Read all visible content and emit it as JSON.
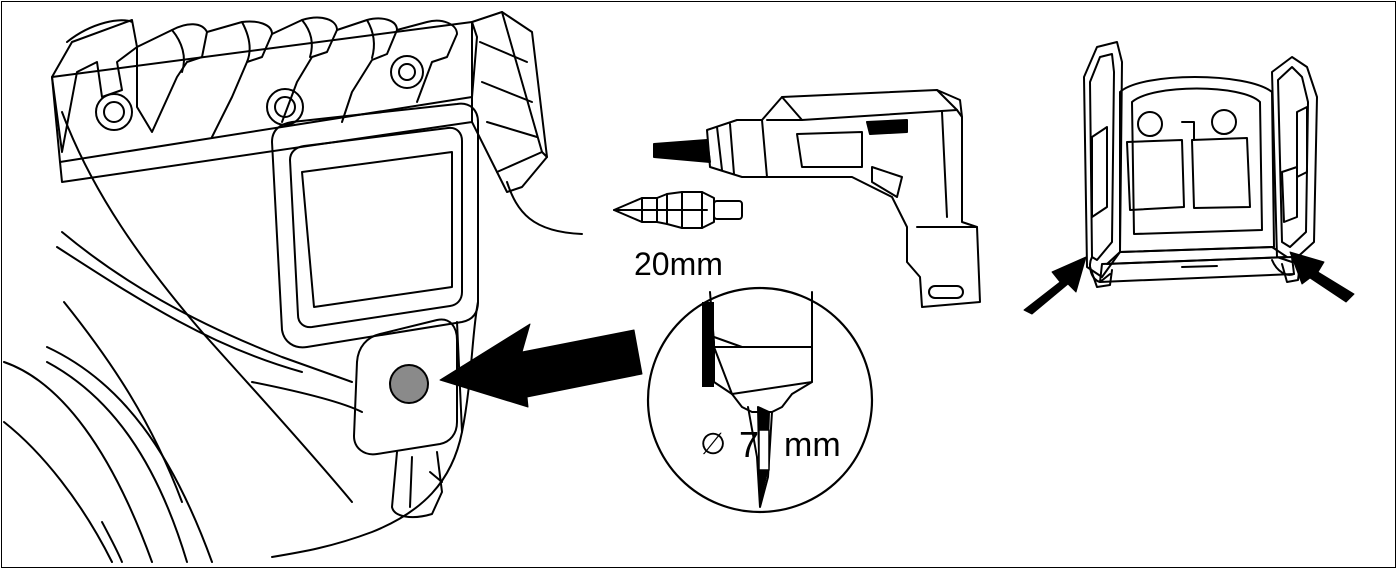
{
  "figure": {
    "step_drill_label": "20mm",
    "pilot_diameter_symbol": "∅",
    "pilot_diameter_value": "7",
    "pilot_diameter_unit": "mm"
  },
  "colors": {
    "line": "#000000",
    "background": "#ffffff",
    "hole_fill": "#8a8a8a",
    "arrow_fill": "#000000"
  },
  "icons": [
    "bumper-closeup",
    "electric-drill",
    "step-drill-bit",
    "drill-bit-detail-callout",
    "van-rear-view",
    "pointer-arrow"
  ]
}
